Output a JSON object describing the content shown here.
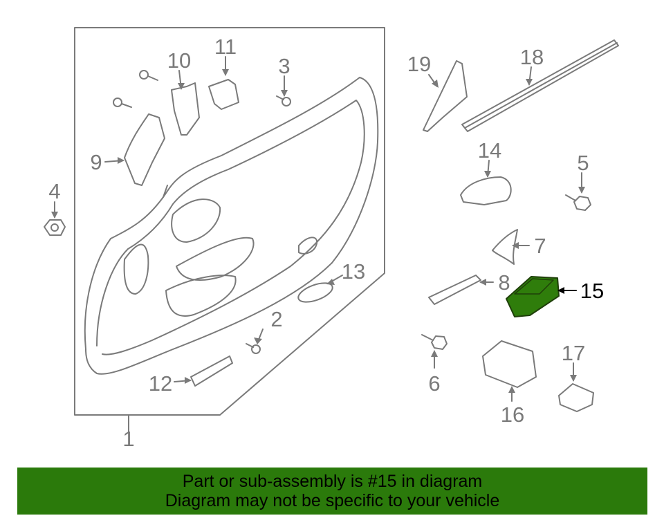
{
  "callouts": [
    {
      "id": "1",
      "label": "1"
    },
    {
      "id": "2",
      "label": "2"
    },
    {
      "id": "3",
      "label": "3"
    },
    {
      "id": "4",
      "label": "4"
    },
    {
      "id": "5",
      "label": "5"
    },
    {
      "id": "6",
      "label": "6"
    },
    {
      "id": "7",
      "label": "7"
    },
    {
      "id": "8",
      "label": "8"
    },
    {
      "id": "9",
      "label": "9"
    },
    {
      "id": "10",
      "label": "10"
    },
    {
      "id": "11",
      "label": "11"
    },
    {
      "id": "12",
      "label": "12"
    },
    {
      "id": "13",
      "label": "13"
    },
    {
      "id": "14",
      "label": "14"
    },
    {
      "id": "15",
      "label": "15"
    },
    {
      "id": "16",
      "label": "16"
    },
    {
      "id": "17",
      "label": "17"
    },
    {
      "id": "18",
      "label": "18"
    },
    {
      "id": "19",
      "label": "19"
    }
  ],
  "highlight": {
    "part": "15",
    "color": "#2f7d0b"
  },
  "colors": {
    "line": "#7a7a7a",
    "banner": "#2b7a0b"
  },
  "banner": {
    "line1": "Part or sub-assembly is #15 in diagram",
    "line2": "Diagram may not be specific to your vehicle"
  }
}
